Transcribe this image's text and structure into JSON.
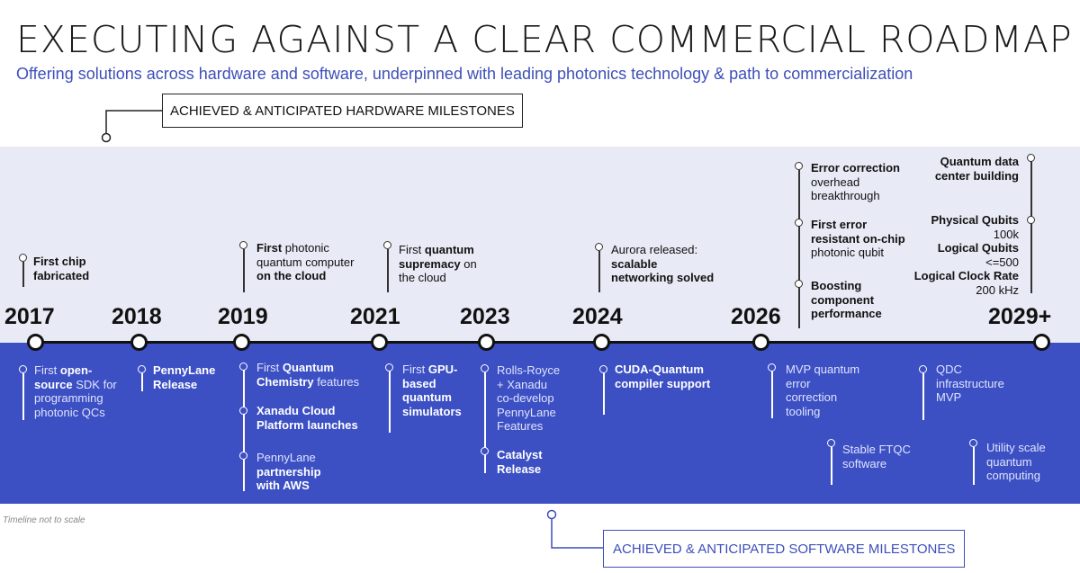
{
  "title": "EXECUTING AGAINST A CLEAR COMMERCIAL ROADMAP",
  "subtitle": "Offering solutions across hardware and software, underpinned with leading photonics technology & path to commercialization",
  "hardware_label": "ACHIEVED & ANTICIPATED HARDWARE MILESTONES",
  "software_label": "ACHIEVED & ANTICIPATED SOFTWARE MILESTONES",
  "note": "Timeline not to scale",
  "years": [
    "2017",
    "2018",
    "2019",
    "2021",
    "2023",
    "2024",
    "2026",
    "2029+"
  ],
  "hardware": {
    "e2017": [
      "First chip",
      "fabricated"
    ],
    "e2019": [
      "First",
      " photonic",
      "quantum computer",
      "on the cloud"
    ],
    "e2021": [
      "First ",
      "quantum",
      "supremacy",
      " on",
      "the cloud"
    ],
    "e2024": [
      "Aurora released:",
      "scalable",
      "networking solved"
    ],
    "e2026a": [
      "Error correction",
      "overhead",
      "breakthrough"
    ],
    "e2026b": [
      "First error",
      "resistant on-chip",
      "photonic qubit"
    ],
    "e2026c": [
      "Boosting",
      "component",
      "performance"
    ],
    "e2029a": [
      "Quantum data",
      "center building"
    ],
    "e2029b": [
      "Physical Qubits",
      "100k",
      "Logical Qubits",
      "<=500",
      "Logical Clock Rate",
      "200 kHz"
    ]
  },
  "software": {
    "e2017": [
      "First ",
      "open-",
      "source",
      " SDK for",
      "programming",
      "photonic QCs"
    ],
    "e2018": [
      "PennyLane",
      "Release"
    ],
    "e2019a": [
      "First ",
      "Quantum",
      "Chemistry",
      " features"
    ],
    "e2019b": [
      "Xanadu Cloud",
      "Platform launches"
    ],
    "e2019c": [
      "PennyLane",
      "partnership",
      "with AWS"
    ],
    "e2021": [
      "First ",
      "GPU-",
      "based",
      "quantum",
      "simulators"
    ],
    "e2023a": [
      "Rolls-Royce",
      "+ Xanadu",
      "co-develop",
      "PennyLane",
      "Features"
    ],
    "e2023b": [
      "Catalyst",
      "Release"
    ],
    "e2024": [
      "CUDA-Quantum",
      "compiler support"
    ],
    "e2026a": [
      "MVP quantum",
      "error",
      "correction",
      "tooling"
    ],
    "e2026b": [
      "Stable FTQC",
      "software"
    ],
    "e2029a": [
      "QDC",
      "infrastructure",
      "MVP"
    ],
    "e2029b": [
      "Utility scale",
      "quantum",
      "computing"
    ]
  }
}
